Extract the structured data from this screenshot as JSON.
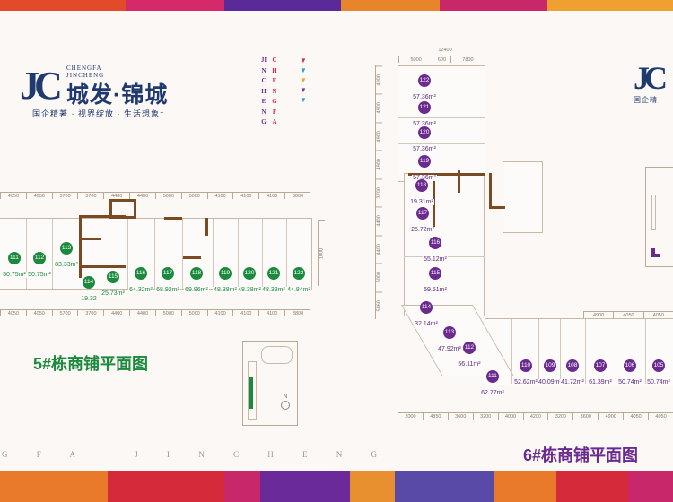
{
  "brand": {
    "logo_mark": "JC",
    "en_line1": "CHENGFA",
    "en_line2": "JINCHENG",
    "name_cn": "城发·锦城",
    "slogan": "国企精著 · 视界绽放 · 生活想象⁺",
    "slogan_partial": "国企精"
  },
  "vertical_text": {
    "col1": "CHENGFA",
    "col2": "JINCHENG"
  },
  "colors": {
    "green": "#1c8a3e",
    "purple": "#6a2a8e",
    "navy": "#1f3a6e"
  },
  "building5": {
    "title": "5#栋商铺平面图",
    "top_dims": [
      "4050",
      "4050",
      "5700",
      "3700",
      "4400",
      "4400",
      "5000",
      "5000",
      "4100",
      "4100",
      "4100",
      "3800"
    ],
    "bottom_dims": [
      "4050",
      "4050",
      "5700",
      "3700",
      "4400",
      "4400",
      "5000",
      "5000",
      "4100",
      "4100",
      "4100",
      "3800"
    ],
    "side_dims": [
      "1000"
    ],
    "units": [
      {
        "id": "111",
        "area": "50.75m²"
      },
      {
        "id": "112",
        "area": "50.75m²"
      },
      {
        "id": "113",
        "area": "83.33m²"
      },
      {
        "id": "114",
        "area": "19.32"
      },
      {
        "id": "115",
        "area": "25.73m²"
      },
      {
        "id": "116",
        "area": "64.32m²"
      },
      {
        "id": "117",
        "area": "68.92m²"
      },
      {
        "id": "118",
        "area": "69.96m²"
      },
      {
        "id": "119",
        "area": "48.38m²"
      },
      {
        "id": "120",
        "area": "48.38m²"
      },
      {
        "id": "121",
        "area": "48.38m²"
      },
      {
        "id": "122",
        "area": "44.84m²"
      }
    ]
  },
  "building6": {
    "title": "6#栋商铺平面图",
    "top_dims": {
      "total": "12400",
      "parts": [
        "5000",
        "600",
        "7800"
      ]
    },
    "side_dims": [
      "4900",
      "4900",
      "4900",
      "4900",
      "3700",
      "4400",
      "4400",
      "5000",
      "5860"
    ],
    "bottom_dims": [
      "2000",
      "4850",
      "3600",
      "3200",
      "4000",
      "4200",
      "3200",
      "3600",
      "4900",
      "4050",
      "4050"
    ],
    "right_top_dims": [
      "4900",
      "4050",
      "4050"
    ],
    "units": [
      {
        "id": "122",
        "area": "57.36m²"
      },
      {
        "id": "121",
        "area": "57.36m²"
      },
      {
        "id": "120",
        "area": "57.36m²"
      },
      {
        "id": "119",
        "area": "57.36m²"
      },
      {
        "id": "118",
        "area": "19.31m²"
      },
      {
        "id": "117",
        "area": "25.72m²"
      },
      {
        "id": "116",
        "area": "55.12m²"
      },
      {
        "id": "115",
        "area": "59.51m²"
      },
      {
        "id": "114",
        "area": "32.14m²"
      },
      {
        "id": "113",
        "area": "47.92m²"
      },
      {
        "id": "112",
        "area": "56.11m²"
      },
      {
        "id": "111",
        "area": "62.77m²"
      },
      {
        "id": "110",
        "area": "52.62m²"
      },
      {
        "id": "109",
        "area": "40.09m²"
      },
      {
        "id": "108",
        "area": "41.72m²"
      },
      {
        "id": "107",
        "area": "61.39m²"
      },
      {
        "id": "106",
        "area": "50.74m²"
      },
      {
        "id": "105",
        "area": "50.74m²"
      }
    ]
  },
  "compass": "N",
  "footer_spaced": "G F A   J I N C H E N G"
}
